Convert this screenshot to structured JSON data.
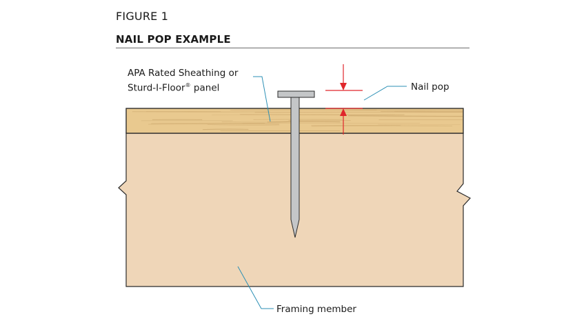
{
  "figure": {
    "label": "FIGURE 1",
    "title": "NAIL POP EXAMPLE"
  },
  "callouts": {
    "sheathing_line1": "APA Rated Sheathing or",
    "sheathing_line2_text": "Sturd-I-Floor",
    "sheathing_line2_mark": "®",
    "sheathing_line2_suffix": " panel",
    "nail_pop": "Nail pop",
    "framing_member": "Framing member"
  },
  "colors": {
    "framing_fill": "#efd6b8",
    "sheathing_fill": "#e9c98f",
    "sheathing_grain": "#c9a46a",
    "nail_fill": "#c4c6c8",
    "outline": "#2a2a2a",
    "leader_line": "#2b8fb5",
    "dimension_arrow": "#e0262b"
  }
}
